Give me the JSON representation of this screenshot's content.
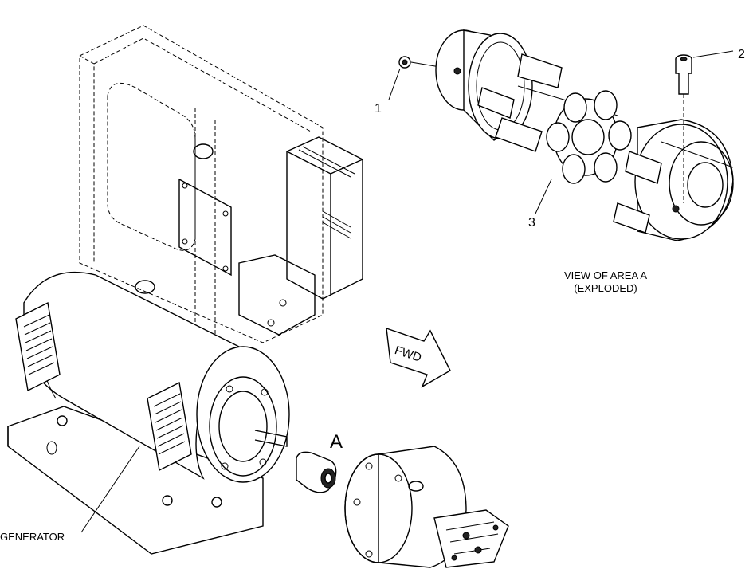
{
  "labels": {
    "callout_1": "1",
    "callout_2": "2",
    "callout_3": "3",
    "area_a": "A",
    "generator": "GENERATOR",
    "fwd": "FWD",
    "view_line1": "VIEW OF AREA A",
    "view_line2": "(EXPLODED)"
  }
}
